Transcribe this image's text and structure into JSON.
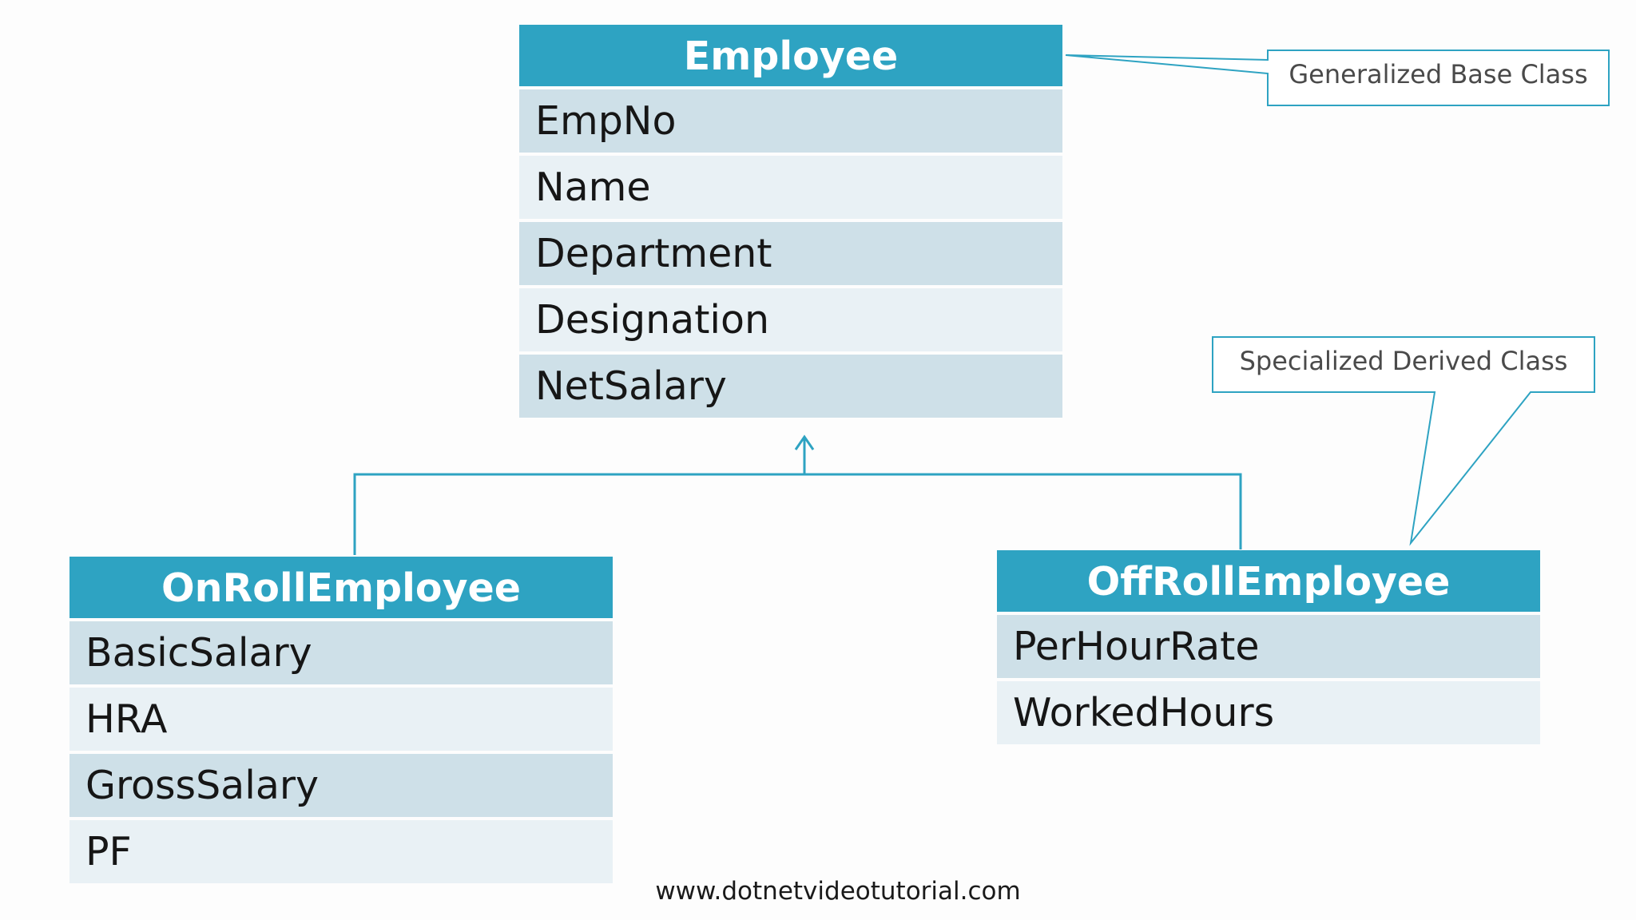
{
  "classes": {
    "employee": {
      "name": "Employee",
      "fields": [
        "EmpNo",
        "Name",
        "Department",
        "Designation",
        "NetSalary"
      ]
    },
    "onroll": {
      "name": "OnRollEmployee",
      "fields": [
        "BasicSalary",
        "HRA",
        "GrossSalary",
        "PF"
      ]
    },
    "offroll": {
      "name": "OffRollEmployee",
      "fields": [
        "PerHourRate",
        "WorkedHours"
      ]
    }
  },
  "callouts": {
    "base": "Generalized Base Class",
    "derived": "Specialized Derived Class"
  },
  "footer": "www.dotnetvideotutorial.com",
  "colors": {
    "header": "#2ea3c2",
    "row_dark": "#cee0e8",
    "row_light": "#e9f1f5",
    "connector": "#2ea3c2"
  }
}
